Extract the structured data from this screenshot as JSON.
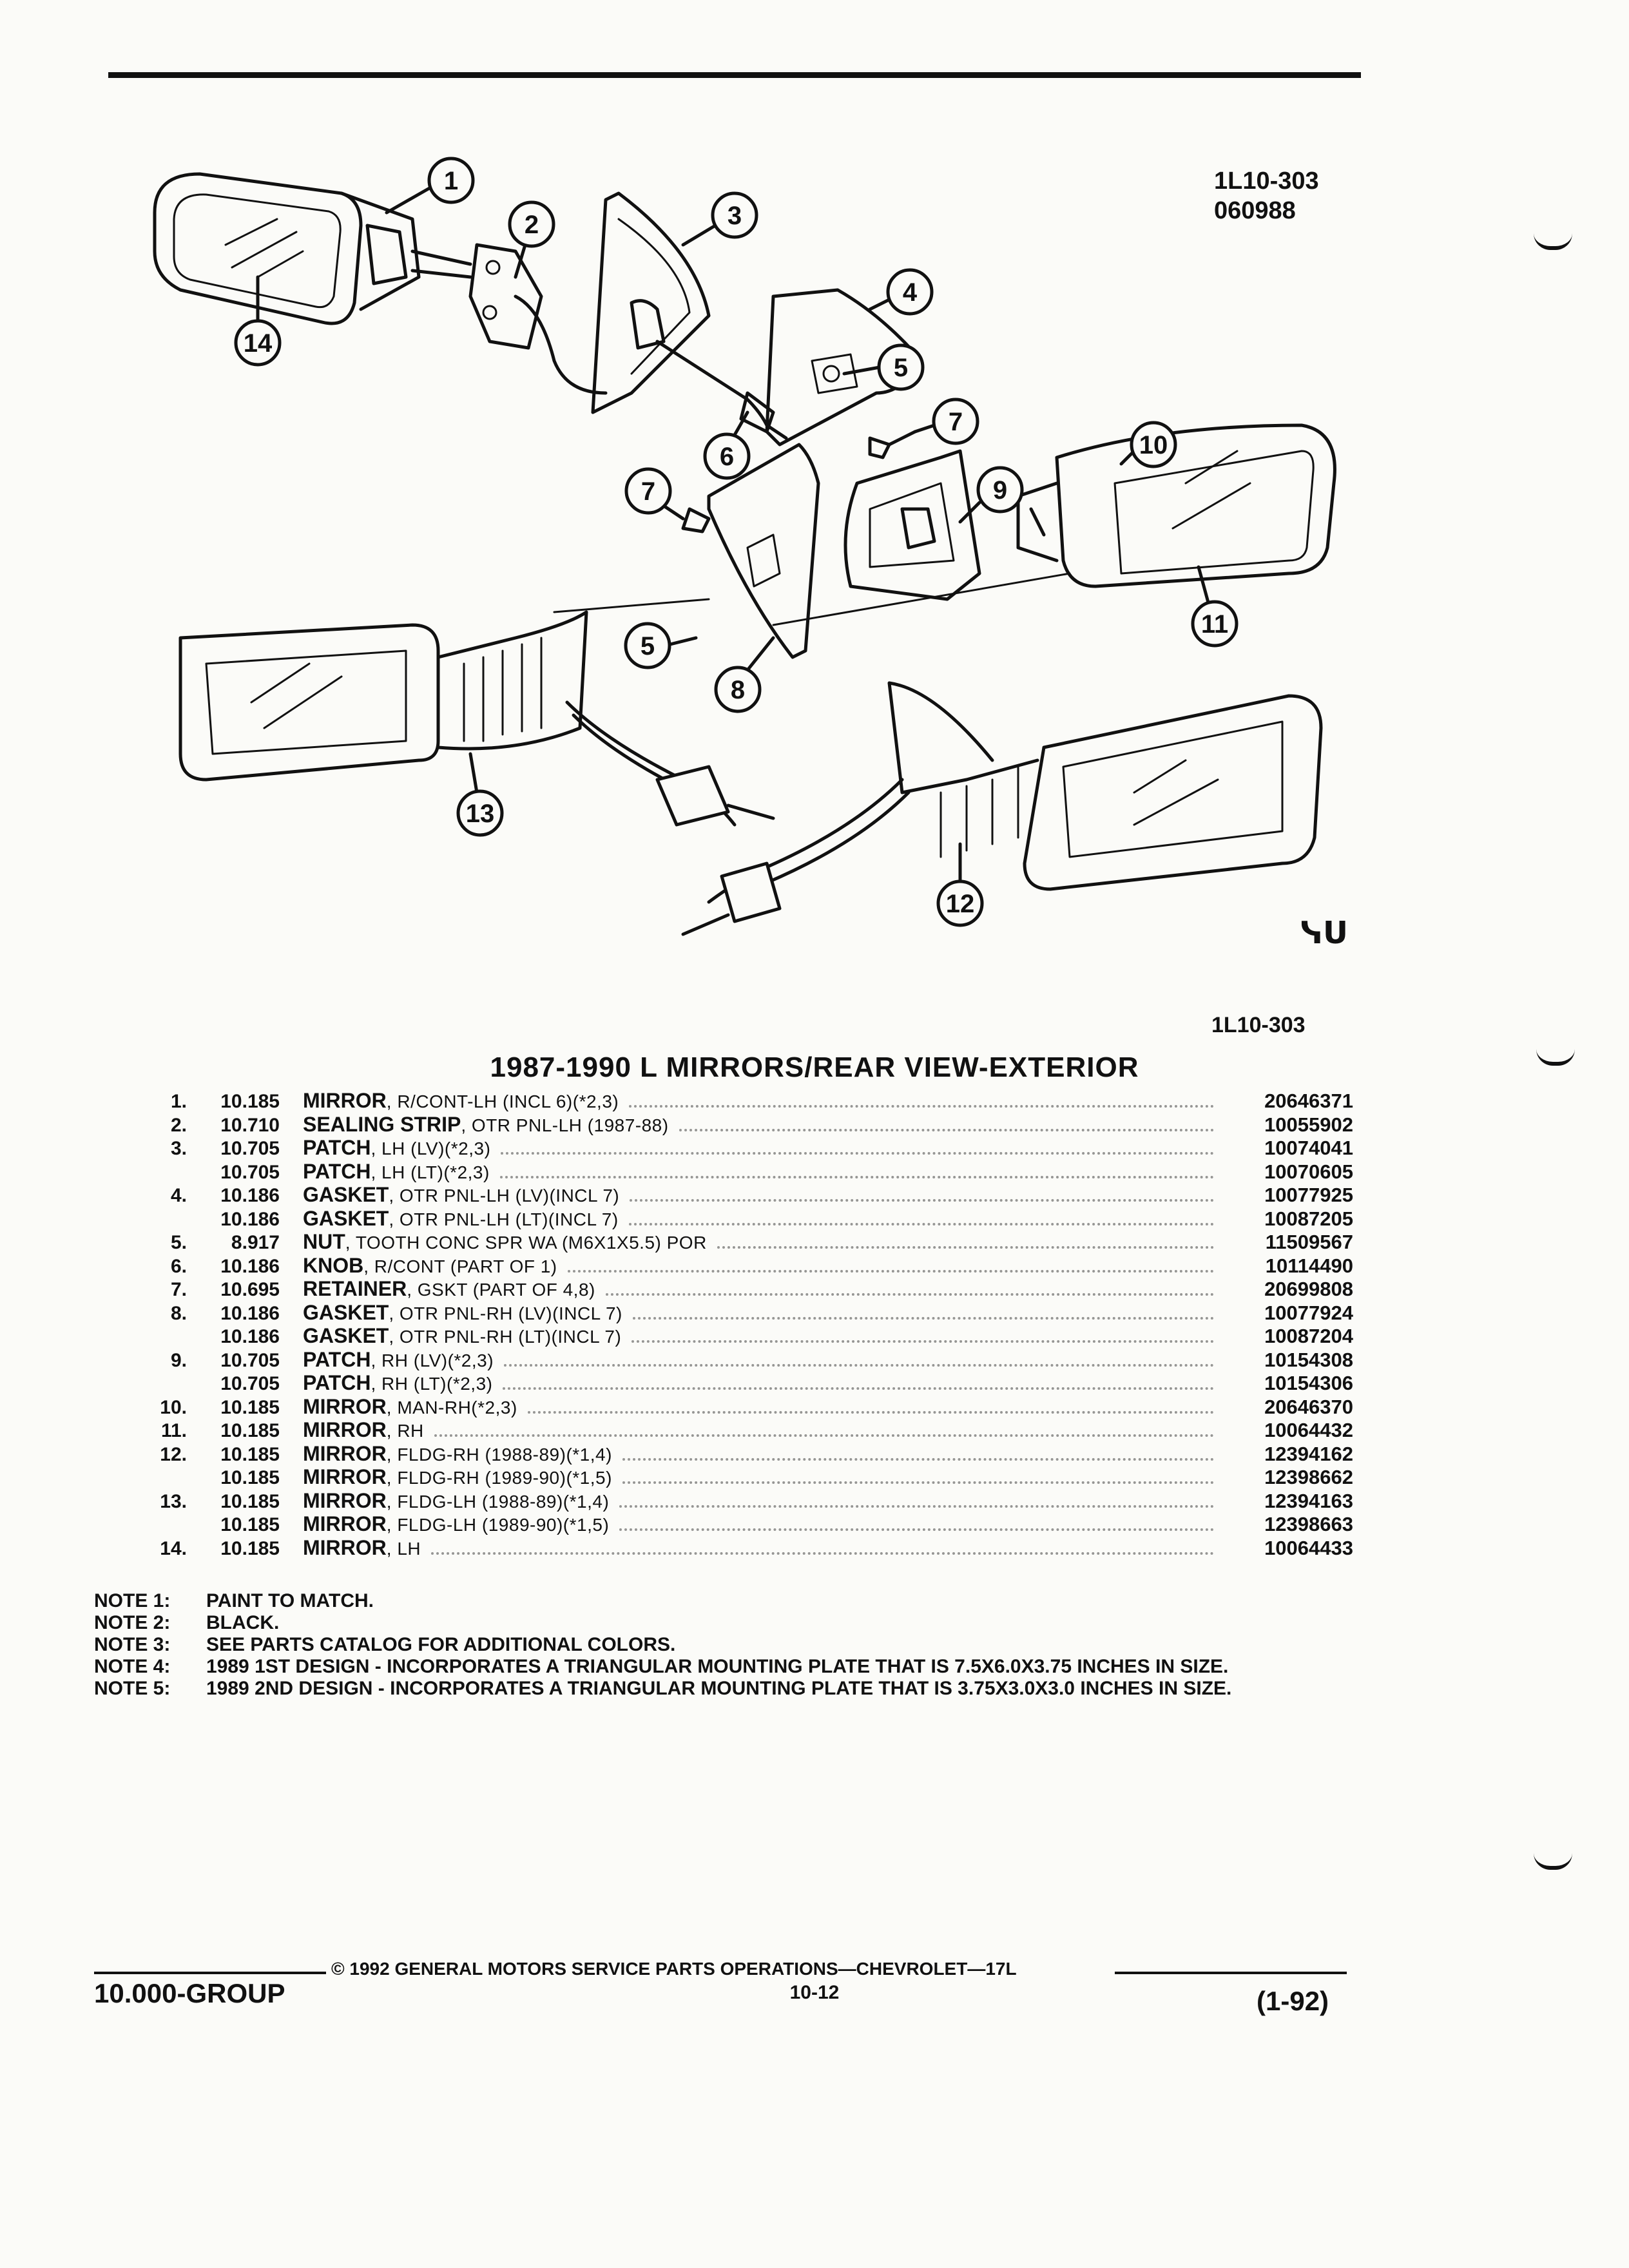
{
  "header": {
    "ref_top": [
      "1L10-303",
      "060988"
    ],
    "ref_bottom": "1L10-303",
    "logo": "ᓭᑌ"
  },
  "diagram": {
    "callouts": [
      "1",
      "2",
      "3",
      "4",
      "5",
      "6",
      "7",
      "7",
      "8",
      "9",
      "10",
      "11",
      "5",
      "13",
      "12",
      "14"
    ]
  },
  "title": "1987-1990 L MIRRORS/REAR VIEW-EXTERIOR",
  "parts": [
    {
      "idx": "1.",
      "code": "10.185",
      "label": "MIRROR",
      "detail": ", R/CONT-LH (INCL 6)(*2,3)",
      "pn": "20646371"
    },
    {
      "idx": "2.",
      "code": "10.710",
      "label": "SEALING STRIP",
      "detail": ", OTR PNL-LH (1987-88)",
      "pn": "10055902"
    },
    {
      "idx": "3.",
      "code": "10.705",
      "label": "PATCH",
      "detail": ", LH (LV)(*2,3)",
      "pn": "10074041"
    },
    {
      "idx": "",
      "code": "10.705",
      "label": "PATCH",
      "detail": ", LH (LT)(*2,3)",
      "pn": "10070605"
    },
    {
      "idx": "4.",
      "code": "10.186",
      "label": "GASKET",
      "detail": ", OTR PNL-LH (LV)(INCL 7)",
      "pn": "10077925"
    },
    {
      "idx": "",
      "code": "10.186",
      "label": "GASKET",
      "detail": ", OTR PNL-LH (LT)(INCL 7)",
      "pn": "10087205"
    },
    {
      "idx": "5.",
      "code": "8.917",
      "label": "NUT",
      "detail": ", TOOTH CONC SPR WA (M6X1X5.5) POR",
      "pn": "11509567"
    },
    {
      "idx": "6.",
      "code": "10.186",
      "label": "KNOB",
      "detail": ", R/CONT (PART OF 1)",
      "pn": "10114490"
    },
    {
      "idx": "7.",
      "code": "10.695",
      "label": "RETAINER",
      "detail": ", GSKT (PART OF 4,8)",
      "pn": "20699808"
    },
    {
      "idx": "8.",
      "code": "10.186",
      "label": "GASKET",
      "detail": ", OTR PNL-RH (LV)(INCL 7)",
      "pn": "10077924"
    },
    {
      "idx": "",
      "code": "10.186",
      "label": "GASKET",
      "detail": ", OTR PNL-RH (LT)(INCL 7)",
      "pn": "10087204"
    },
    {
      "idx": "9.",
      "code": "10.705",
      "label": "PATCH",
      "detail": ", RH (LV)(*2,3)",
      "pn": "10154308"
    },
    {
      "idx": "",
      "code": "10.705",
      "label": "PATCH",
      "detail": ", RH (LT)(*2,3)",
      "pn": "10154306"
    },
    {
      "idx": "10.",
      "code": "10.185",
      "label": "MIRROR",
      "detail": ", MAN-RH(*2,3)",
      "pn": "20646370"
    },
    {
      "idx": "11.",
      "code": "10.185",
      "label": "MIRROR",
      "detail": ", RH",
      "pn": "10064432"
    },
    {
      "idx": "12.",
      "code": "10.185",
      "label": "MIRROR",
      "detail": ", FLDG-RH (1988-89)(*1,4)",
      "pn": "12394162"
    },
    {
      "idx": "",
      "code": "10.185",
      "label": "MIRROR",
      "detail": ", FLDG-RH (1989-90)(*1,5)",
      "pn": "12398662"
    },
    {
      "idx": "13.",
      "code": "10.185",
      "label": "MIRROR",
      "detail": ", FLDG-LH (1988-89)(*1,4)",
      "pn": "12394163"
    },
    {
      "idx": "",
      "code": "10.185",
      "label": "MIRROR",
      "detail": ", FLDG-LH (1989-90)(*1,5)",
      "pn": "12398663"
    },
    {
      "idx": "14.",
      "code": "10.185",
      "label": "MIRROR",
      "detail": ", LH",
      "pn": "10064433"
    }
  ],
  "notes": [
    {
      "label": "NOTE 1:",
      "text": "PAINT TO MATCH."
    },
    {
      "label": "NOTE 2:",
      "text": "BLACK."
    },
    {
      "label": "NOTE 3:",
      "text": "SEE PARTS CATALOG FOR ADDITIONAL COLORS."
    },
    {
      "label": "NOTE 4:",
      "text": "1989 1ST DESIGN - INCORPORATES A TRIANGULAR MOUNTING PLATE THAT IS 7.5X6.0X3.75 INCHES IN SIZE."
    },
    {
      "label": "NOTE 5:",
      "text": "1989 2ND DESIGN - INCORPORATES A TRIANGULAR MOUNTING PLATE THAT IS 3.75X3.0X3.0 INCHES IN SIZE."
    }
  ],
  "footer": {
    "copyright": "© 1992 GENERAL MOTORS SERVICE PARTS OPERATIONS—CHEVROLET—17L",
    "group": "10.000-GROUP",
    "page": "10-12",
    "date": "(1-92)"
  }
}
